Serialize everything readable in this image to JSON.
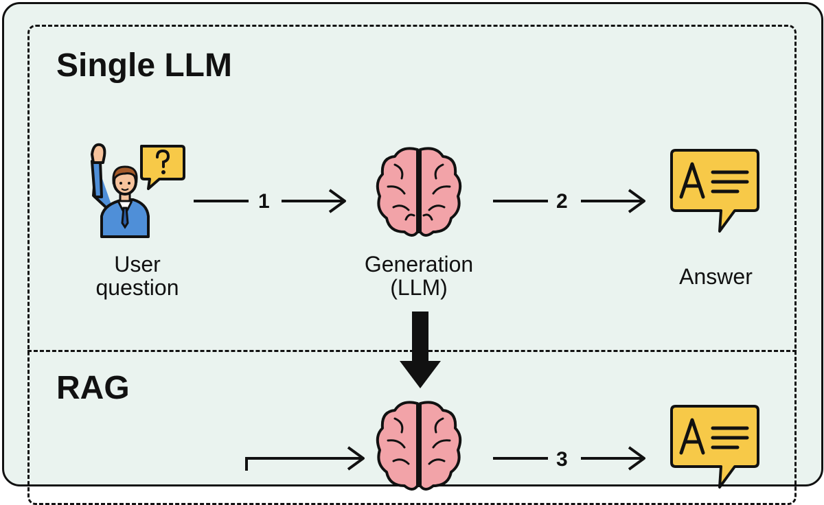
{
  "colors": {
    "background": "#eaf3ef",
    "border": "#111111",
    "brain": "#f2a3a8",
    "bubble": "#f7c948",
    "shirt": "#4f8fd8"
  },
  "sections": {
    "single": {
      "title": "Single LLM"
    },
    "rag": {
      "title": "RAG"
    }
  },
  "nodes": {
    "user": {
      "label_line1": "User",
      "label_line2": "question",
      "icon": "user-question-icon"
    },
    "generation": {
      "label_line1": "Generation",
      "label_line2": "(LLM)",
      "icon": "brain-icon"
    },
    "answer": {
      "label": "Answer",
      "icon": "answer-bubble-icon"
    }
  },
  "steps": {
    "step1": "1",
    "step2": "2",
    "step3": "3"
  }
}
